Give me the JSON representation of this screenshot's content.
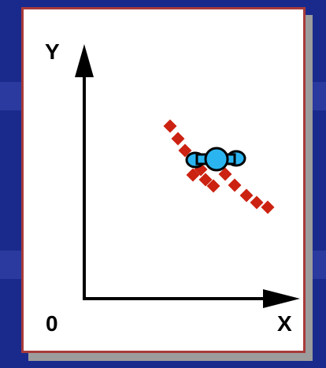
{
  "labels": {
    "y": "Y",
    "x": "X",
    "origin": "0"
  },
  "colors": {
    "background": "#1a2a8c",
    "frame_border": "#a83a3a",
    "axis": "#000000",
    "points": "#cc2211",
    "object": "#2bb5f0"
  },
  "icons": [
    "satellite-icon"
  ]
}
